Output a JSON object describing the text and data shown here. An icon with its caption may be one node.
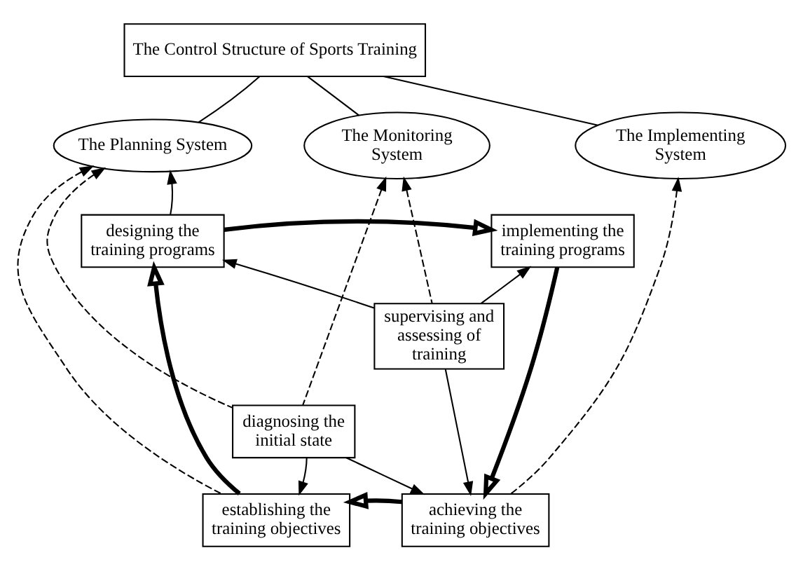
{
  "diagram": {
    "nodes": [
      {
        "text": [
          "The Control Structure of Sports Training"
        ]
      },
      {
        "text": [
          "The Planning System"
        ]
      },
      {
        "text": [
          "The Monitoring System"
        ]
      },
      {
        "text": [
          "The Implementing System"
        ]
      },
      {
        "text": [
          "designing the training programs"
        ]
      },
      {
        "text": [
          "implementing the training programs"
        ]
      },
      {
        "text": [
          "supervising and assessing of training"
        ]
      },
      {
        "text": [
          "diagnosing the initial state"
        ]
      },
      {
        "text": [
          "establishing the training objectives"
        ]
      },
      {
        "text": [
          "achieving the training objectives"
        ]
      }
    ],
    "edges": [
      {
        "from": 0,
        "to": 1,
        "arrow": "none"
      },
      {
        "from": 0,
        "to": 2,
        "arrow": "none"
      },
      {
        "from": 0,
        "to": 3,
        "arrow": "none"
      },
      {
        "from": 4,
        "to": 1,
        "arrow": "to"
      },
      {
        "from": 4,
        "to": 5,
        "arrow": "to",
        "style": "thick"
      },
      {
        "from": 6,
        "to": 4,
        "arrow": "to"
      },
      {
        "from": 6,
        "to": 5,
        "arrow": "to"
      },
      {
        "from": 6,
        "to": 9,
        "arrow": "to"
      },
      {
        "from": 7,
        "to": 8,
        "arrow": "to"
      },
      {
        "from": 7,
        "to": 9,
        "arrow": "to"
      },
      {
        "from": 8,
        "to": 4,
        "arrow": "to",
        "style": "thick"
      },
      {
        "from": 5,
        "to": 9,
        "arrow": "to",
        "style": "thick"
      },
      {
        "from": 9,
        "to": 8,
        "arrow": "to",
        "style": "thick"
      },
      {
        "from": 8,
        "to": 1,
        "arrow": "to",
        "style": "dashed"
      },
      {
        "from": 7,
        "to": 1,
        "arrow": "to",
        "style": "dashed"
      },
      {
        "from": 7,
        "to": 2,
        "arrow": "to",
        "style": "dashed"
      },
      {
        "from": 6,
        "to": 2,
        "arrow": "to",
        "style": "dashed"
      },
      {
        "from": 9,
        "to": 3,
        "arrow": "to",
        "style": "dashed"
      }
    ]
  }
}
